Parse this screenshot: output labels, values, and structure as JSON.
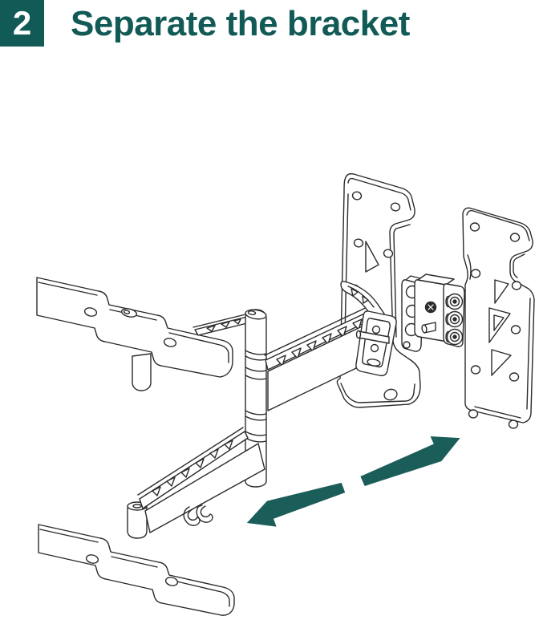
{
  "header": {
    "step_number": "2",
    "title": "Separate the bracket"
  },
  "colors": {
    "accent_teal": "#135b57",
    "arrow_teal": "#1a5d59",
    "line_ink": "#2b2b2b",
    "background": "#ffffff",
    "badge_text": "#ffffff"
  },
  "figure": {
    "alt": "Isometric line drawing of a full-motion TV wall mount: stepped wall plates on the left, articulating arms and a vertical hinge column in the middle, a tilt head with three locking knobs, and the right bracket plate pulled away; two teal arrows point apart to show separating the bracket",
    "parts": [
      "wall-plate-top",
      "wall-plate-bottom",
      "hinge-column",
      "upper-arm",
      "lower-arm",
      "cable-clip",
      "tilt-head-assembly",
      "attached-bracket-plate",
      "separated-bracket-plate"
    ],
    "arrows": [
      {
        "name": "separation-arrow-left",
        "direction": "down-left",
        "color": "#1a5d59"
      },
      {
        "name": "separation-arrow-right",
        "direction": "up-right",
        "color": "#1a5d59"
      }
    ]
  }
}
